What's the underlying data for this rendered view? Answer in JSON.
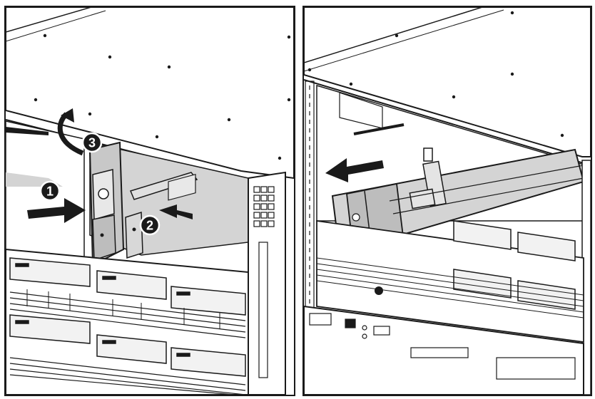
{
  "figure": {
    "panels": [
      {
        "id": "panel-left",
        "callouts": [
          {
            "label": "1",
            "meaning": "push"
          },
          {
            "label": "2",
            "meaning": "push"
          },
          {
            "label": "3",
            "meaning": "rotate"
          }
        ]
      },
      {
        "id": "panel-right",
        "callouts": []
      }
    ],
    "colors": {
      "line": "#1a1a1a",
      "shade": "#d4d4d4",
      "shade_dark": "#9c9c9c",
      "background": "#ffffff"
    }
  }
}
